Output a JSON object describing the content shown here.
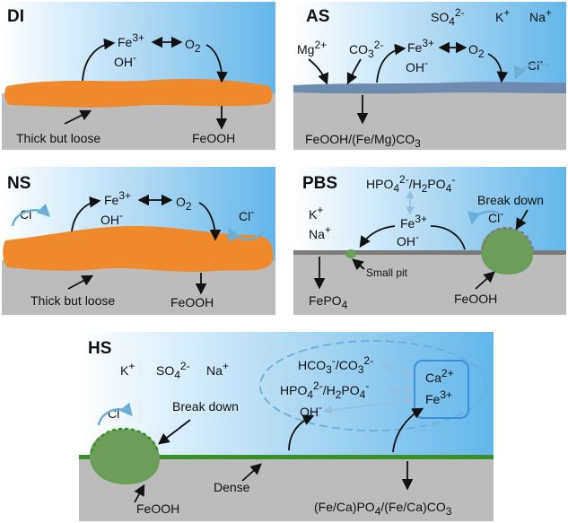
{
  "colors": {
    "sky_top": "#ffffff",
    "sky_bottom": "#63b6ea",
    "steel": "#bcbcbc",
    "rust": "#f0882c",
    "deposit_as": "#6f8ab0",
    "deposit_green": "#6b9e58",
    "film_green": "#3a8f2c",
    "film_grey": "#7a7a7a",
    "chloride_arrow": "#6aaed8"
  },
  "panels": {
    "di": {
      "title": "DI",
      "fe": "Fe",
      "fe_sup": "3+",
      "oh": "OH",
      "oh_sup": "-",
      "o2": "O",
      "o2_sub": "2",
      "layer_label": "Thick but loose",
      "product": "FeOOH"
    },
    "as": {
      "title": "AS",
      "so4": "SO",
      "so4_sub": "4",
      "so4_sup": "2-",
      "k": "K",
      "k_sup": "+",
      "na": "Na",
      "na_sup": "+",
      "mg": "Mg",
      "mg_sup": "2+",
      "co3": "CO",
      "co3_sub": "3",
      "co3_sup": "2-",
      "fe": "Fe",
      "fe_sup": "3+",
      "oh": "OH",
      "oh_sup": "-",
      "o2": "O",
      "o2_sub": "2",
      "cl": "Cl",
      "cl_sup": "-",
      "product_a": "FeOOH/(Fe/Mg)CO",
      "product_sub": "3"
    },
    "ns": {
      "title": "NS",
      "cl": "Cl",
      "cl_sup": "-",
      "fe": "Fe",
      "fe_sup": "3+",
      "oh": "OH",
      "oh_sup": "-",
      "o2": "O",
      "o2_sub": "2",
      "layer_label": "Thick but loose",
      "product": "FeOOH"
    },
    "pbs": {
      "title": "PBS",
      "hpo4": "HPO",
      "hpo4_sub": "4",
      "hpo4_sup": "2-",
      "sep": "/H",
      "sep_sub": "2",
      "po4": "PO",
      "po4_sub": "4",
      "po4_sup": "-",
      "k": "K",
      "k_sup": "+",
      "na": "Na",
      "na_sup": "+",
      "fe": "Fe",
      "fe_sup": "3+",
      "oh": "OH",
      "oh_sup": "-",
      "cl": "Cl",
      "cl_sup": "-",
      "break": "Break down",
      "pit": "Small pit",
      "product_a": "FePO",
      "product_a_sub": "4",
      "product_b": "FeOOH"
    },
    "hs": {
      "title": "HS",
      "k": "K",
      "k_sup": "+",
      "so4": "SO",
      "so4_sub": "4",
      "so4_sup": "2-",
      "na": "Na",
      "na_sup": "+",
      "cl": "Cl",
      "cl_sup": "-",
      "break": "Break down",
      "hco3": "HCO",
      "hco3_sub": "3",
      "hco3_sup": "-",
      "slash_co3": "/CO",
      "co3_sub": "3",
      "co3_sup": "2-",
      "hpo4": "HPO",
      "hpo4_sub": "4",
      "hpo4_sup": "2-",
      "sep": "/H",
      "sep_sub": "2",
      "po4": "PO",
      "po4_sub": "4",
      "po4_sup": "-",
      "oh": "OH",
      "oh_sup": "-",
      "ca": "Ca",
      "ca_sup": "2+",
      "fe": "Fe",
      "fe_sup": "3+",
      "dense": "Dense",
      "product_b": "FeOOH",
      "product_c1": "(Fe/Ca)PO",
      "product_c1_sub": "4",
      "product_c2": "/(Fe/Ca)CO",
      "product_c2_sub": "3"
    }
  }
}
